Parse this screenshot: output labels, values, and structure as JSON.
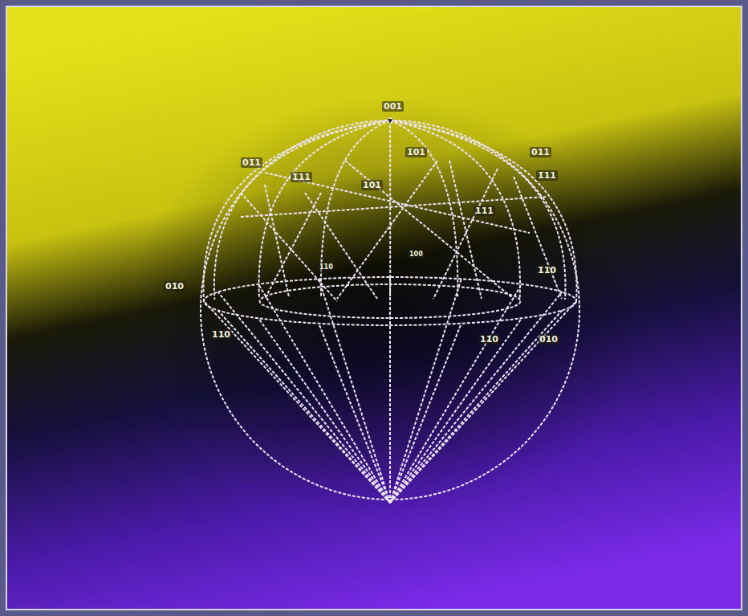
{
  "diagram": {
    "labels": [
      "001",
      "01̄1",
      "1̄01",
      "011",
      "1̄11",
      "1̄11",
      "101",
      "111",
      "1̄10",
      "01̄0",
      "110",
      "110",
      "010",
      "110",
      "100"
    ]
  }
}
